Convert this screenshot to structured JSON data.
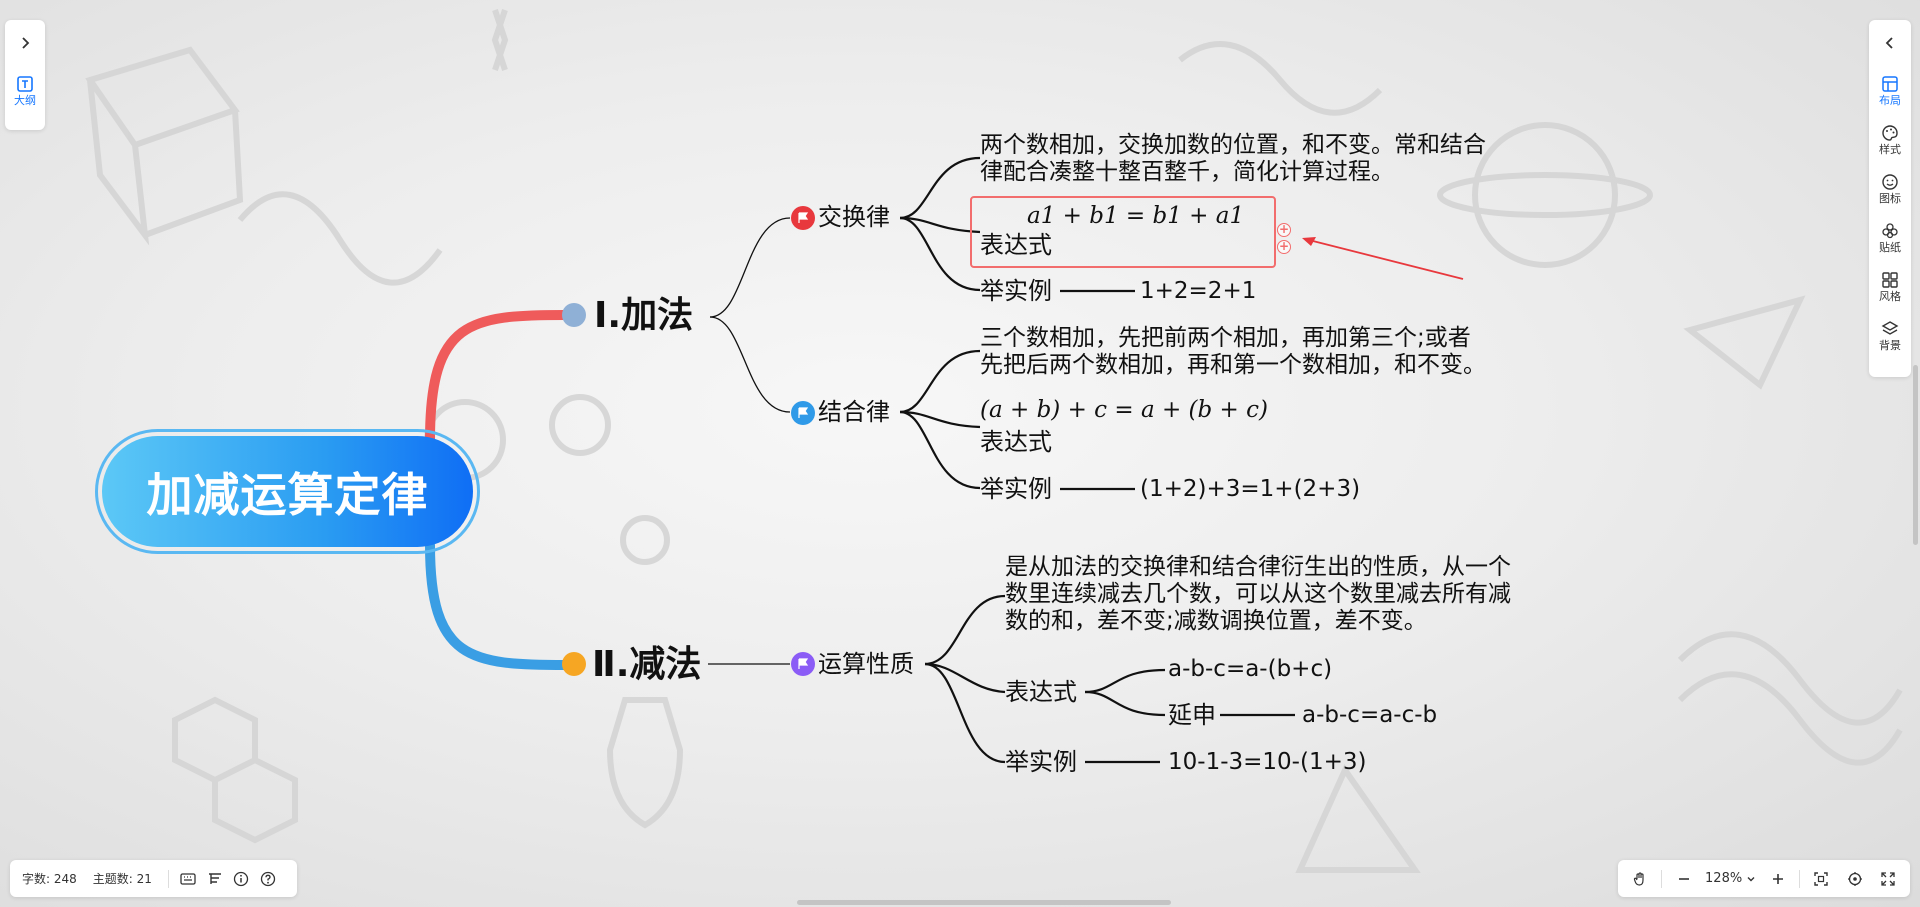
{
  "left_panel": {
    "outline_label": "大纲"
  },
  "right_panel": {
    "tools": [
      {
        "label": "布局",
        "icon": "layout-icon"
      },
      {
        "label": "样式",
        "icon": "palette-icon"
      },
      {
        "label": "图标",
        "icon": "smiley-icon"
      },
      {
        "label": "贴纸",
        "icon": "sticker-icon"
      },
      {
        "label": "风格",
        "icon": "theme-grid-icon"
      },
      {
        "label": "背景",
        "icon": "layers-icon"
      }
    ]
  },
  "mindmap": {
    "root": "加减运算定律",
    "addition": {
      "title": "Ⅰ.加法",
      "commutative": {
        "label": "交换律",
        "description_line1": "两个数相加，交换加数的位置，和不变。常和结合",
        "description_line2": "律配合凑整十整百整千，简化计算过程。",
        "formula": "a1 + b1 = b1 + a1",
        "formula_label": "表达式",
        "example_label": "举实例",
        "example": "1+2=2+1"
      },
      "associative": {
        "label": "结合律",
        "description_line1": "三个数相加，先把前两个相加，再加第三个;或者",
        "description_line2": "先把后两个数相加，再和第一个数相加，和不变。",
        "formula": "(a + b) + c = a + (b + c)",
        "formula_label": "表达式",
        "example_label": "举实例",
        "example": "(1+2)+3=1+(2+3)"
      }
    },
    "subtraction": {
      "title": "Ⅱ.减法",
      "property": {
        "label": "运算性质",
        "description_line1": "是从加法的交换律和结合律衍生出的性质，从一个",
        "description_line2": "数里连续减去几个数，可以从这个数里减去所有减",
        "description_line3": "数的和，差不变;减数调换位置，差不变。",
        "expression_label": "表达式",
        "expression": "a-b-c=a-(b+c)",
        "extension_label": "延申",
        "extension": "a-b-c=a-c-b",
        "example_label": "举实例",
        "example": "10-1-3=10-(1+3)"
      }
    }
  },
  "status": {
    "word_count": "字数: 248",
    "topic_count": "主题数: 21"
  },
  "zoom": {
    "level": "128%"
  },
  "colors": {
    "branch_addition": "#ef5b5b",
    "branch_subtraction": "#3a9ee4",
    "dot_addition": "#8fb0d6",
    "dot_subtraction": "#f6a623",
    "flag_commutative": "#e8383d",
    "flag_associative": "#2f9ae8",
    "flag_property": "#8b5cf6",
    "annotation": "#e8383d"
  }
}
